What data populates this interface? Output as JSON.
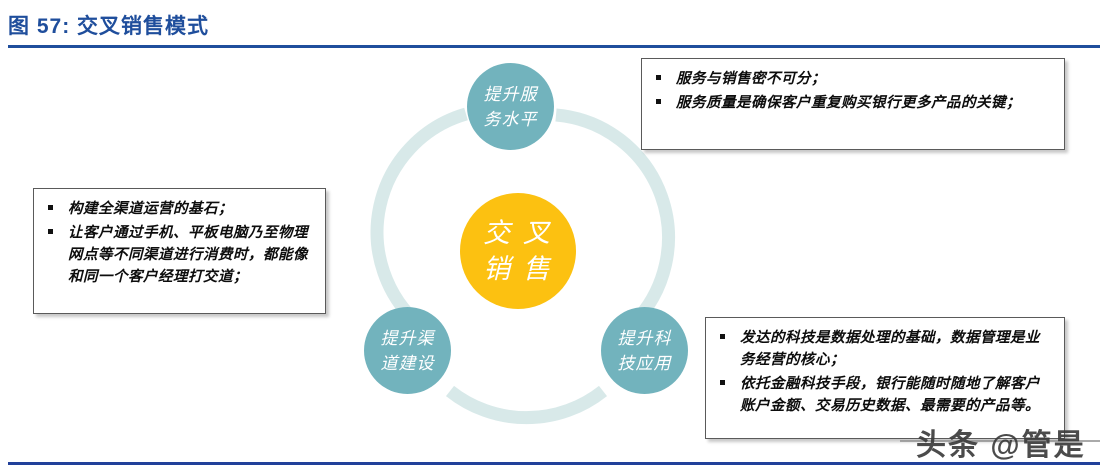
{
  "title": {
    "label": "图 57: 交叉销售模式",
    "accent_color": "#1F4E9C"
  },
  "diagram": {
    "center": {
      "line1": "交 叉",
      "line2": "销 售",
      "color": "#FCC111"
    },
    "ring_color": "#D8E9E9",
    "node_color": "#72B3BD",
    "nodes": [
      {
        "id": "service",
        "line1": "提升服",
        "line2": "务水平"
      },
      {
        "id": "channel",
        "line1": "提升渠",
        "line2": "道建设"
      },
      {
        "id": "tech",
        "line1": "提升科",
        "line2": "技应用"
      }
    ]
  },
  "callouts": {
    "top_right": {
      "items": [
        "服务与销售密不可分；",
        "服务质量是确保客户重复购买银行更多产品的关键；"
      ]
    },
    "left": {
      "items": [
        "构建全渠道运营的基石；",
        "让客户通过手机、平板电脑乃至物理网点等不同渠道进行消费时，都能像和同一个客户经理打交道；"
      ]
    },
    "bottom_right": {
      "items": [
        "发达的科技是数据处理的基础，数据管理是业务经营的核心；",
        "依托金融科技手段，银行能随时随地了解客户账户金额、交易历史数据、最需要的产品等。"
      ]
    }
  },
  "watermark": {
    "label": "头条 @管是"
  }
}
